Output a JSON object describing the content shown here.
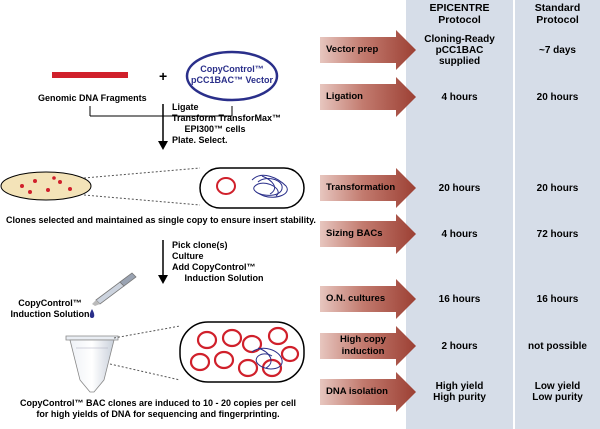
{
  "headers": {
    "epicentre": "EPICENTRE\nProtocol",
    "standard": "Standard\nProtocol"
  },
  "steps": [
    {
      "label": "Vector prep",
      "epicentre": "Cloning-Ready\npCC1BAC\nsupplied",
      "standard": "~7 days"
    },
    {
      "label": "Ligation",
      "epicentre": "4 hours",
      "standard": "20 hours"
    },
    {
      "label": "Transformation",
      "epicentre": "20 hours",
      "standard": "20 hours"
    },
    {
      "label": "Sizing BACs",
      "epicentre": "4 hours",
      "standard": "72 hours"
    },
    {
      "label": "O.N. cultures",
      "epicentre": "16 hours",
      "standard": "16 hours"
    },
    {
      "label": "High copy\ninduction",
      "epicentre": "2 hours",
      "standard": "not possible"
    },
    {
      "label": "DNA isolation",
      "epicentre": "High yield\nHigh purity",
      "standard": "Low yield\nLow purity"
    }
  ],
  "diagram": {
    "genomic_label": "Genomic DNA Fragments",
    "plus": "+",
    "vector_label": "CopyControl™\npCC1BAC™ Vector",
    "step1_text": "Ligate\nTransform TransforMax™\n     EPI300™ cells\nPlate. Select.",
    "clones_caption": "Clones selected and maintained as single copy to ensure insert stability.",
    "step2_text": "Pick clone(s)\nCulture\nAdd CopyControl™\n     Induction Solution",
    "induction_label": "CopyControl™\nInduction Solution",
    "final_caption": "CopyControl™ BAC clones are induced to 10 - 20 copies per cell\nfor high yields of DNA for sequencing and fingerprinting."
  },
  "colors": {
    "column_bg": "#d6dde8",
    "arrow_fill": "#b5584b",
    "plasmid_red": "#d0202b",
    "dna_blue": "#2a2f8a",
    "plate_fill": "#f3e3b8"
  }
}
